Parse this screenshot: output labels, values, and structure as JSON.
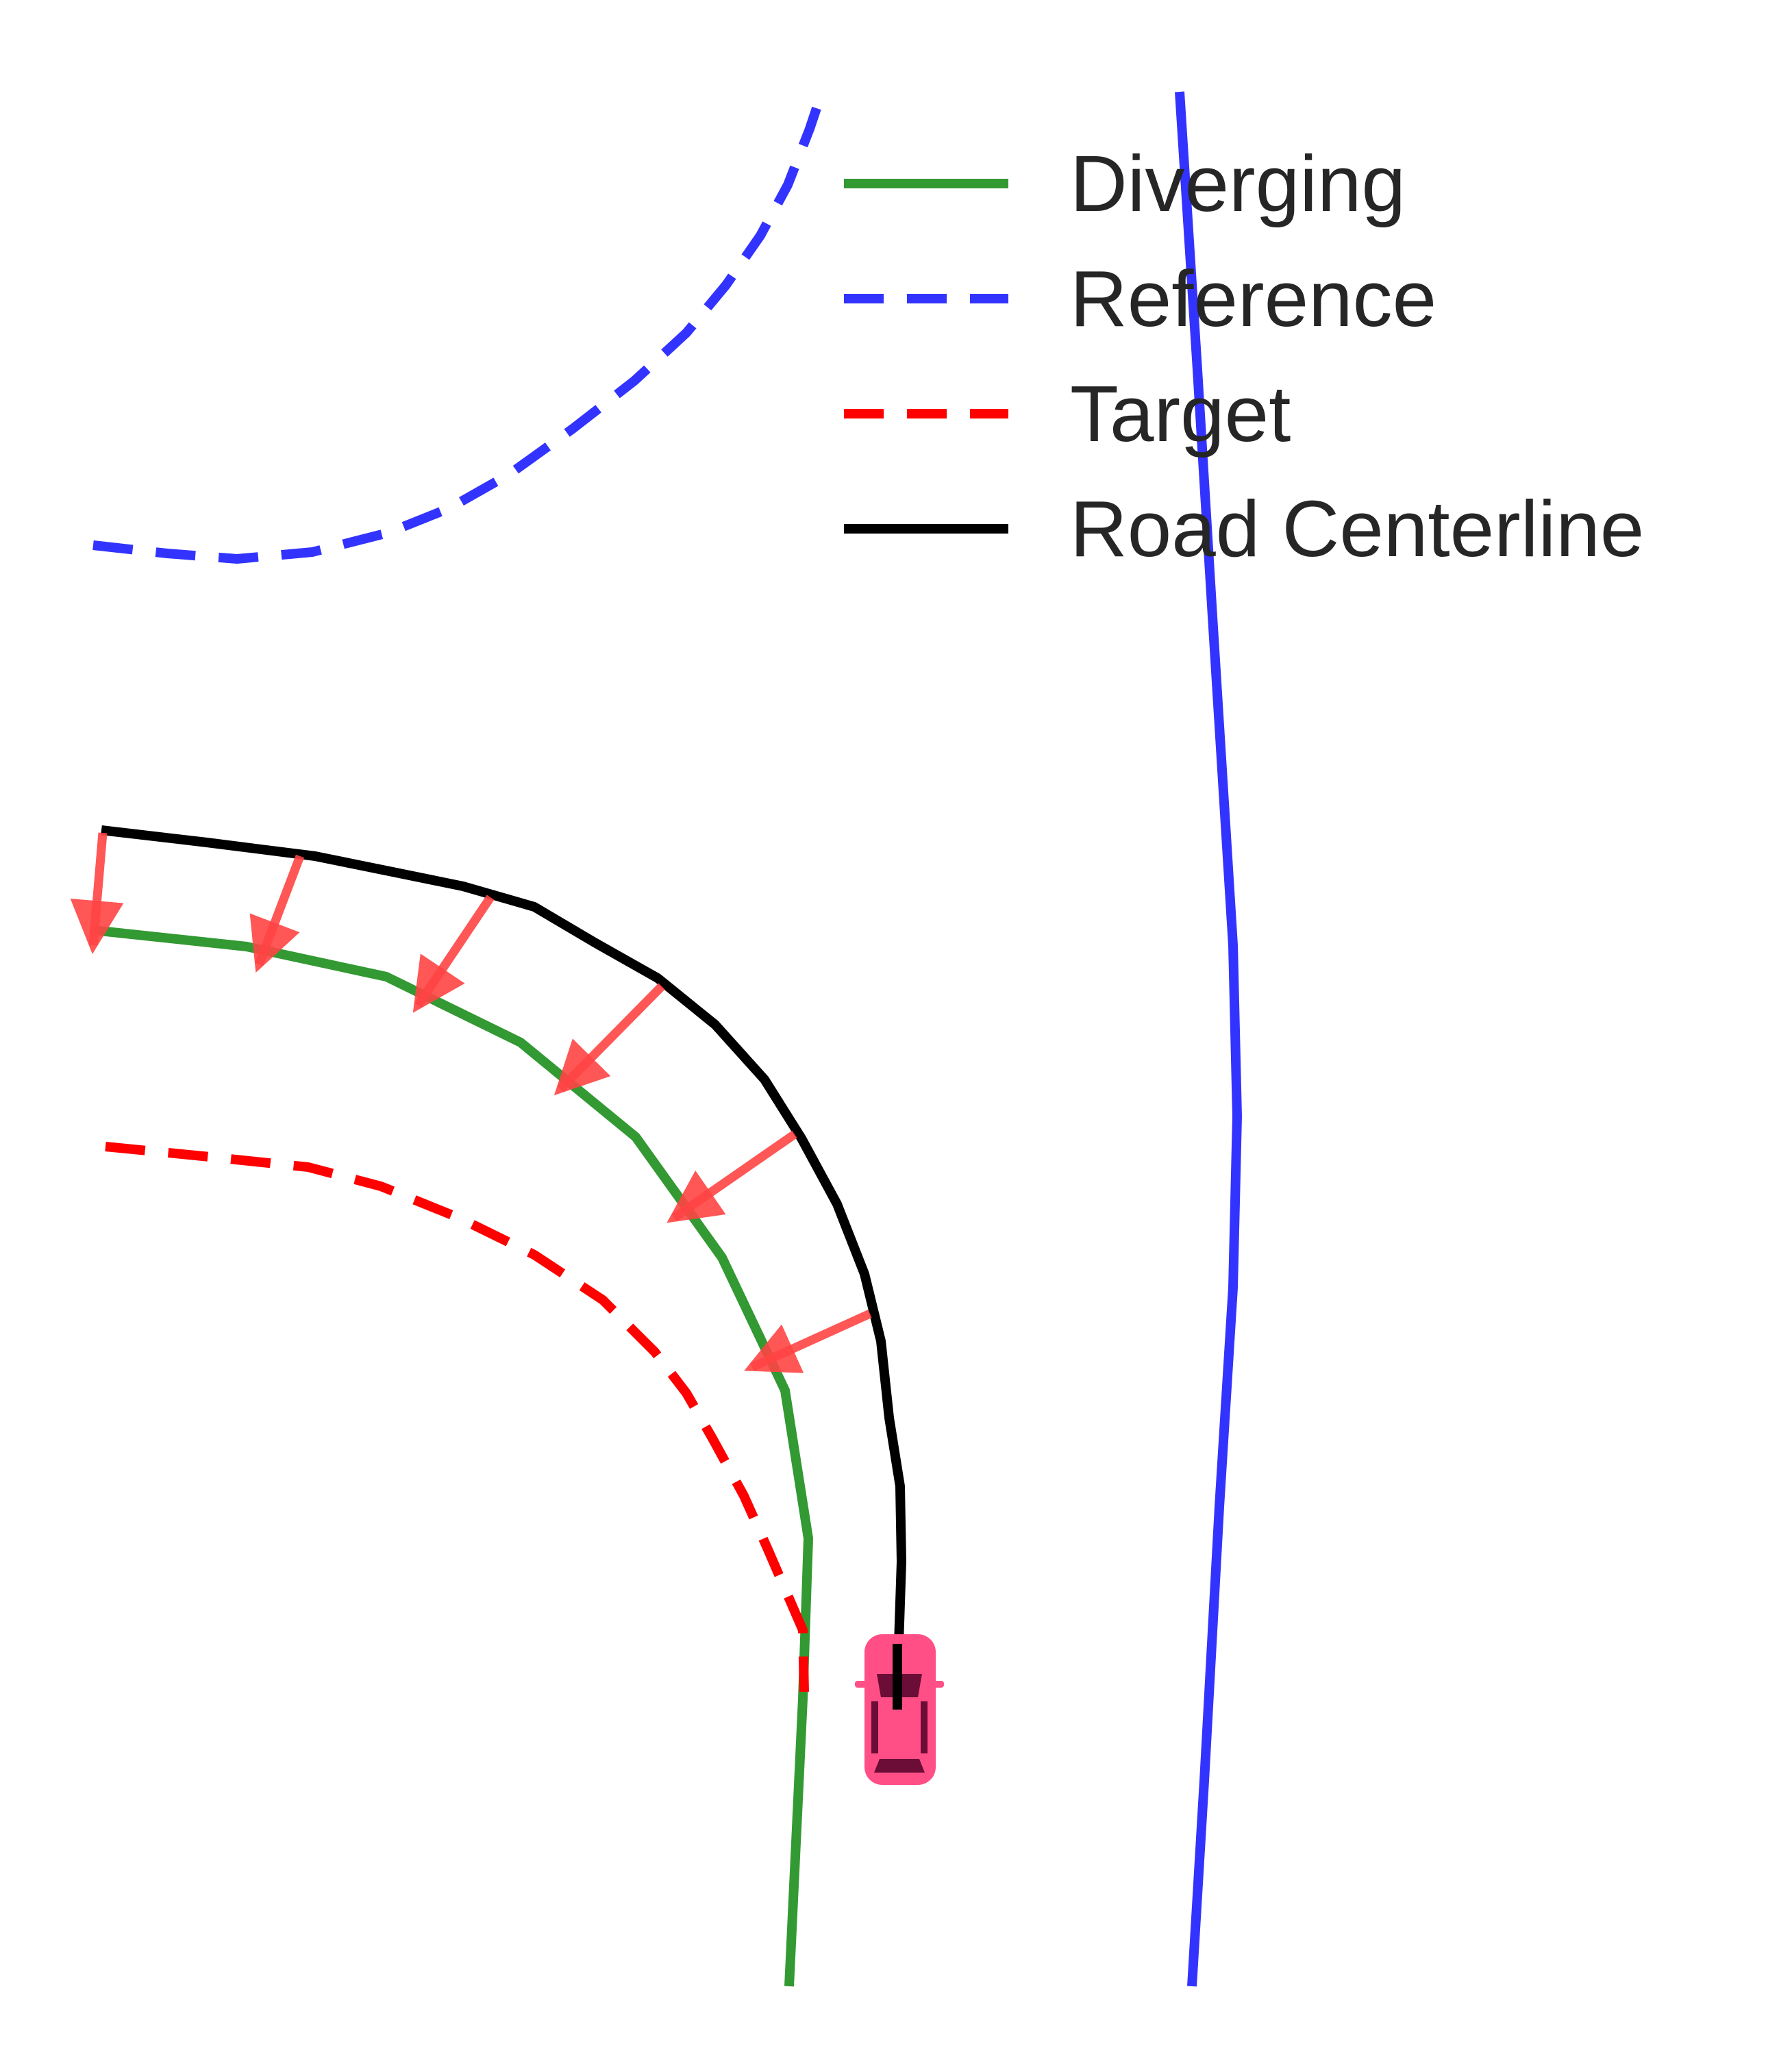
{
  "legend": {
    "items": [
      {
        "id": "diverging",
        "label": "Diverging",
        "color": "#339933",
        "dash": "solid"
      },
      {
        "id": "reference",
        "label": "Reference",
        "color": "#3333ff",
        "dash": "dashed"
      },
      {
        "id": "target",
        "label": "Target",
        "color": "#ff0000",
        "dash": "dashed"
      },
      {
        "id": "centerline",
        "label": "Road Centerline",
        "color": "#000000",
        "dash": "solid"
      }
    ]
  },
  "colors": {
    "diverging": "#339933",
    "reference": "#3333ff",
    "target": "#ff0000",
    "centerline": "#000000",
    "arrow": "#ff4444",
    "vehicle_body": "#ff4f86",
    "vehicle_glass": "#6b0d36",
    "background": "#ffffff"
  },
  "icons": {
    "vehicle": "car-top-view-icon",
    "offset_arrow": "arrow-icon"
  }
}
